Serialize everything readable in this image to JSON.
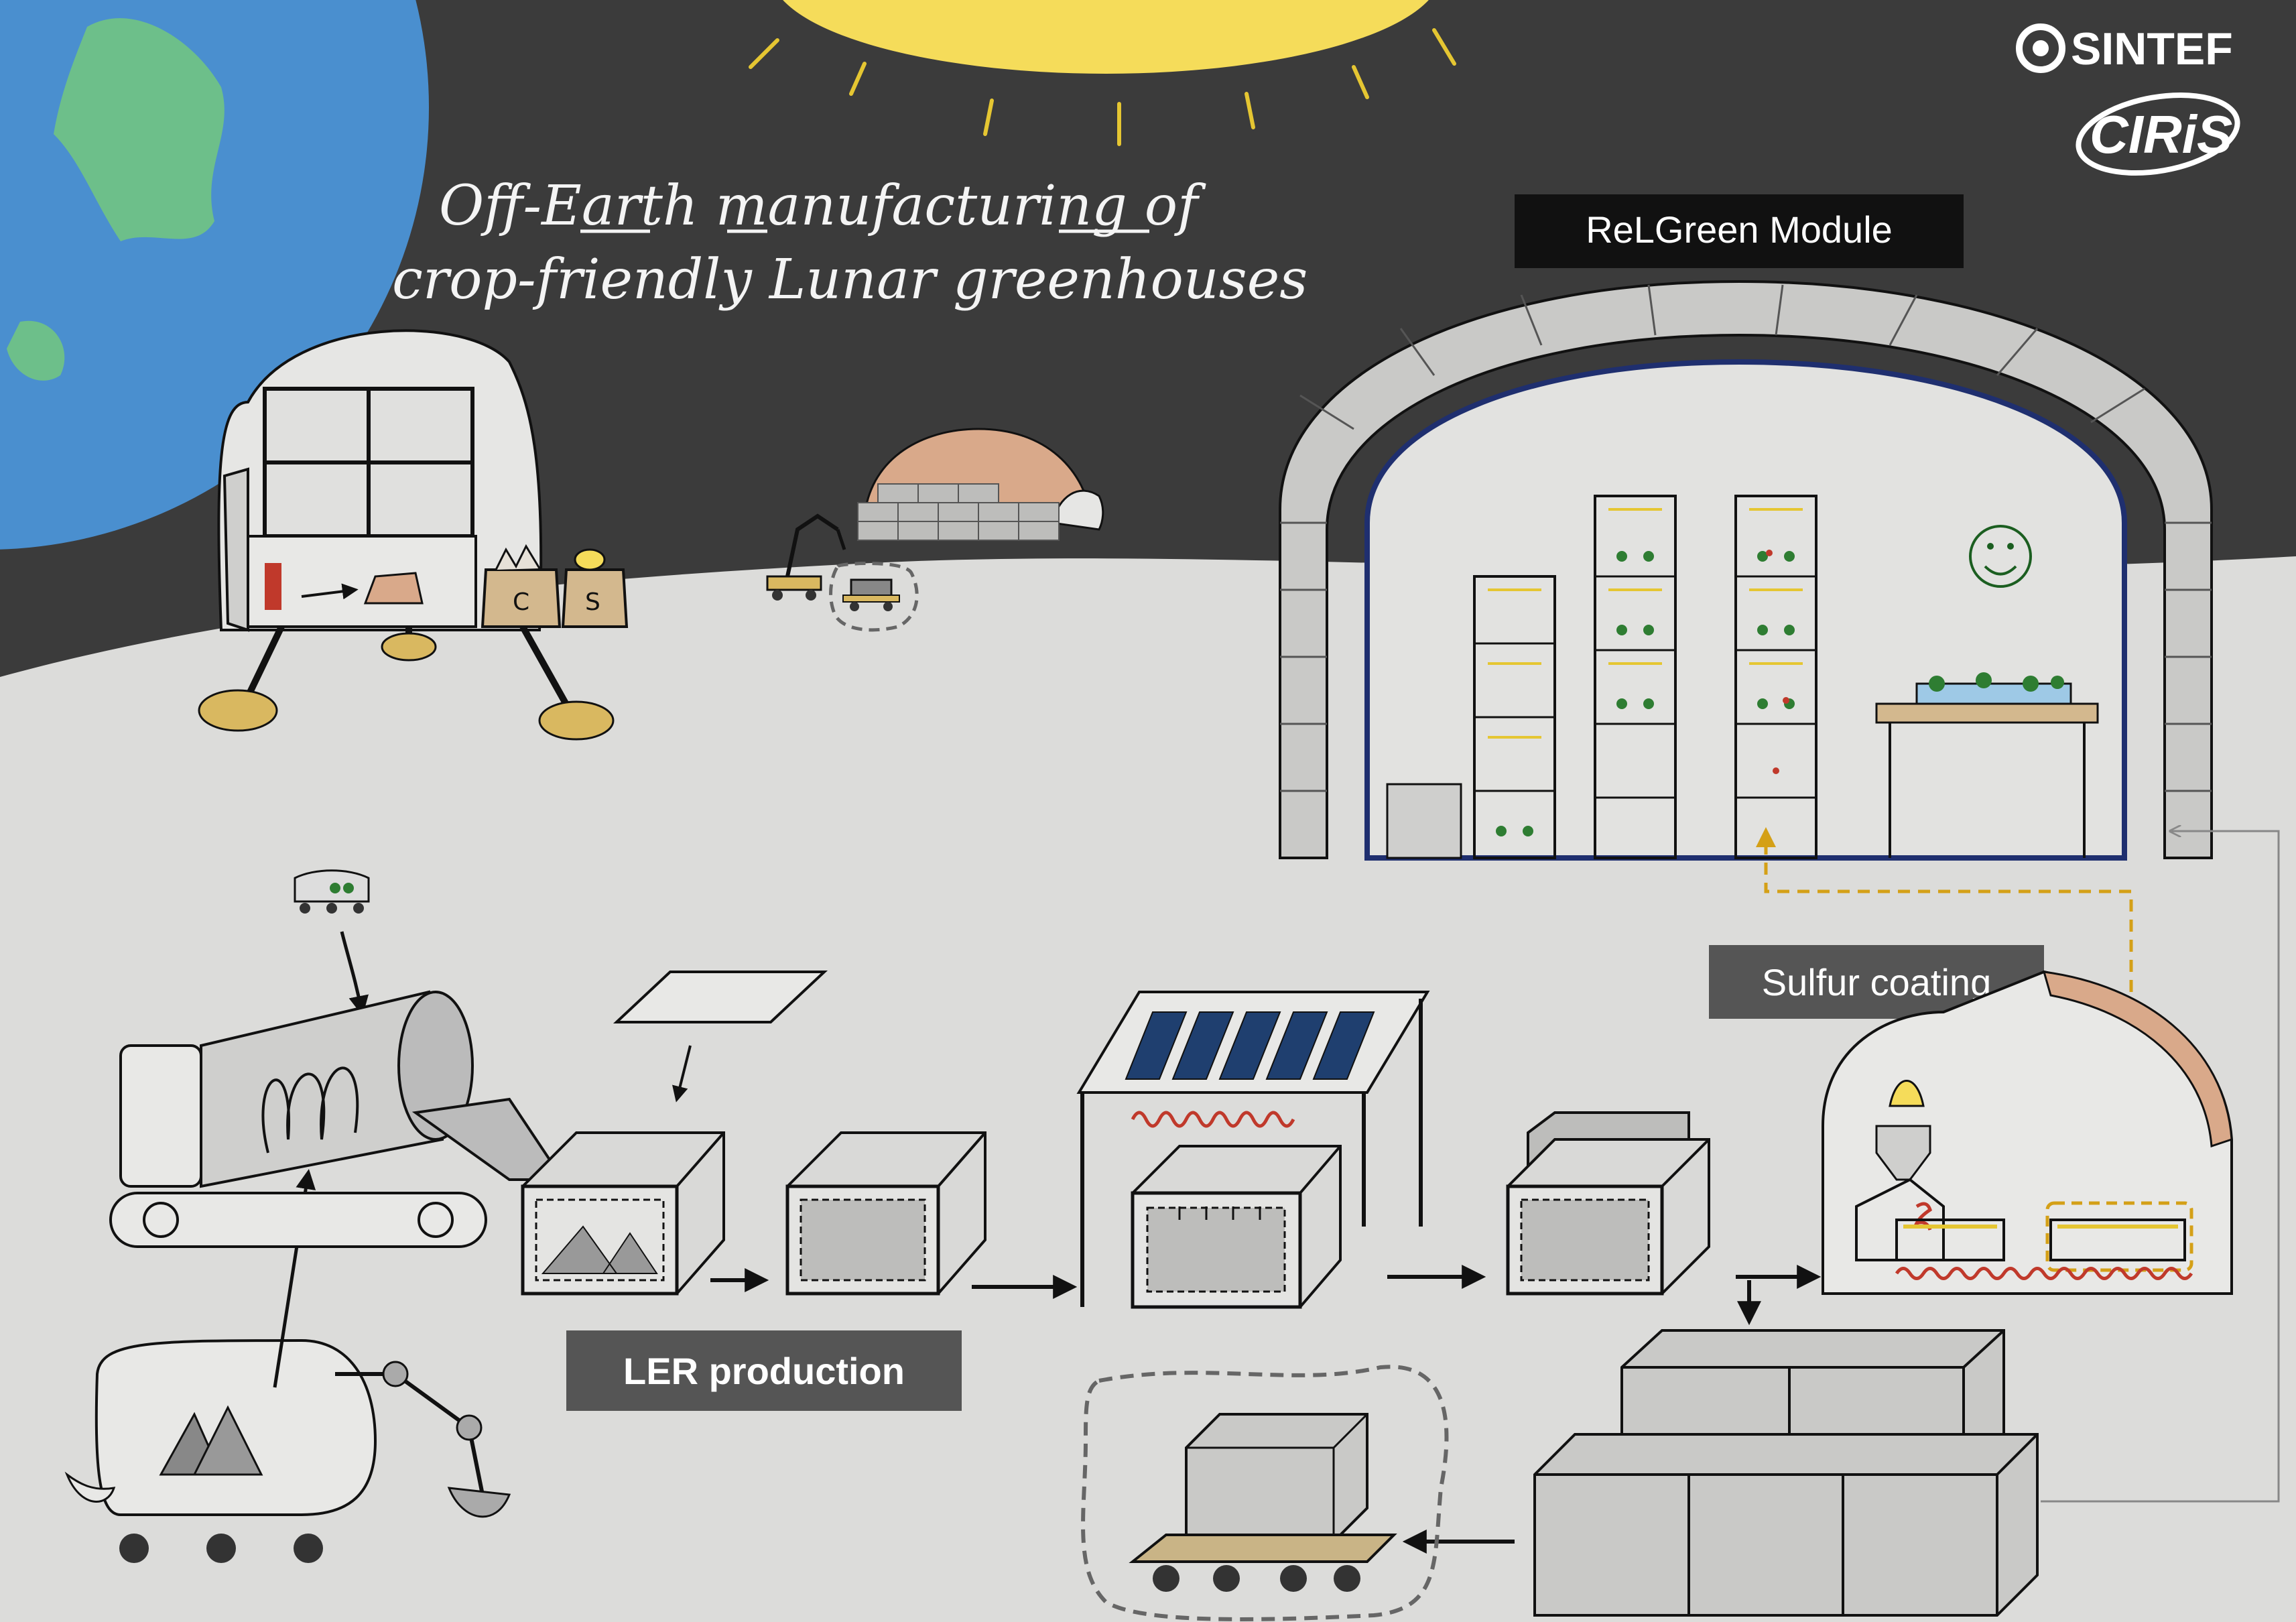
{
  "title": {
    "line1": "Off-Earth manufacturing of",
    "line2": "crop-friendly Lunar greenhouses"
  },
  "logos": {
    "sintef": "SINTEF",
    "ciris": "CIRiS"
  },
  "labels": {
    "relgreen": "ReLGreen Module",
    "sulfur": "Sulfur coating",
    "ler": "LER production"
  },
  "bags": {
    "carbon": "C",
    "sulfur": "S"
  },
  "colors": {
    "space": "#3b3b3b",
    "regolith": "#dcdcda",
    "earth_ocean": "#4a8fcf",
    "earth_land": "#6dbf8a",
    "sun": "#f5dc5a",
    "label_bg": "#555555",
    "relgreen_label_bg": "#111111",
    "heater": "#c0392b",
    "sulfur_path": "#d4a017",
    "solar_panel": "#1f3f6f",
    "pallet": "#c9b486"
  },
  "icons": [
    "earth-icon",
    "sun-icon",
    "lander-icon",
    "crane-rover-icon",
    "dome-icon",
    "smiley-icon",
    "solar-panel-icon",
    "heating-coil-icon",
    "excavator-rover-icon",
    "mixer-icon",
    "transport-rover-icon"
  ]
}
